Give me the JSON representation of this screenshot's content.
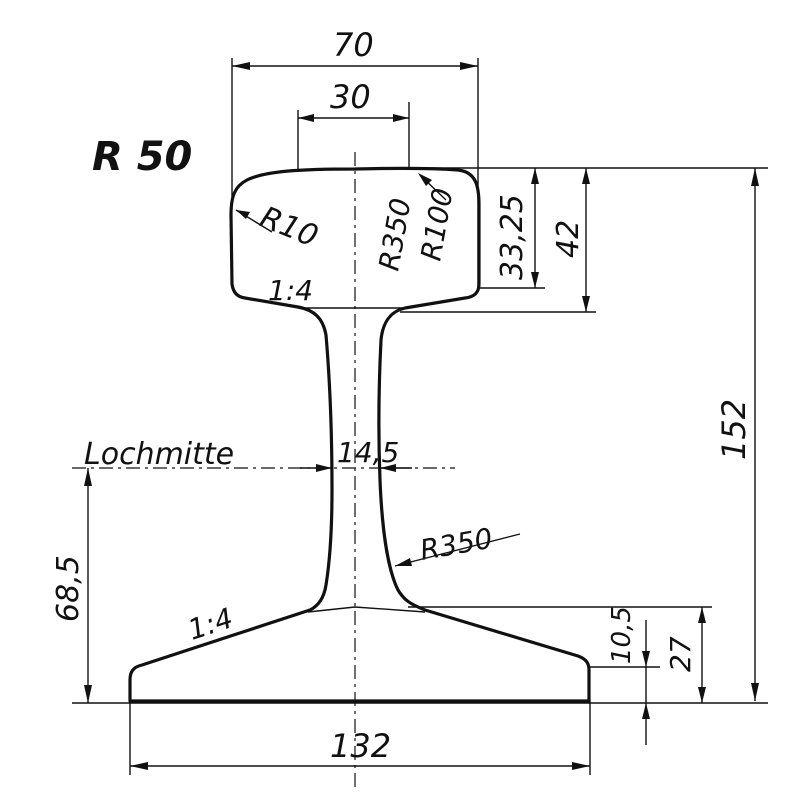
{
  "title": "R 50",
  "labels": {
    "head_width": "70",
    "crown_width": "30",
    "r10": "R10",
    "r350_crown": "R350",
    "r100": "R100",
    "head_dim_a": "33,25",
    "head_dim_b": "42",
    "height": "152",
    "slope_head": "1:4",
    "lochmitte": "Lochmitte",
    "web": "14,5",
    "r350_web": "R350",
    "hole_height": "68,5",
    "slope_foot": "1:4",
    "foot_edge": "10,5",
    "foot_total": "27",
    "foot_width": "132"
  }
}
